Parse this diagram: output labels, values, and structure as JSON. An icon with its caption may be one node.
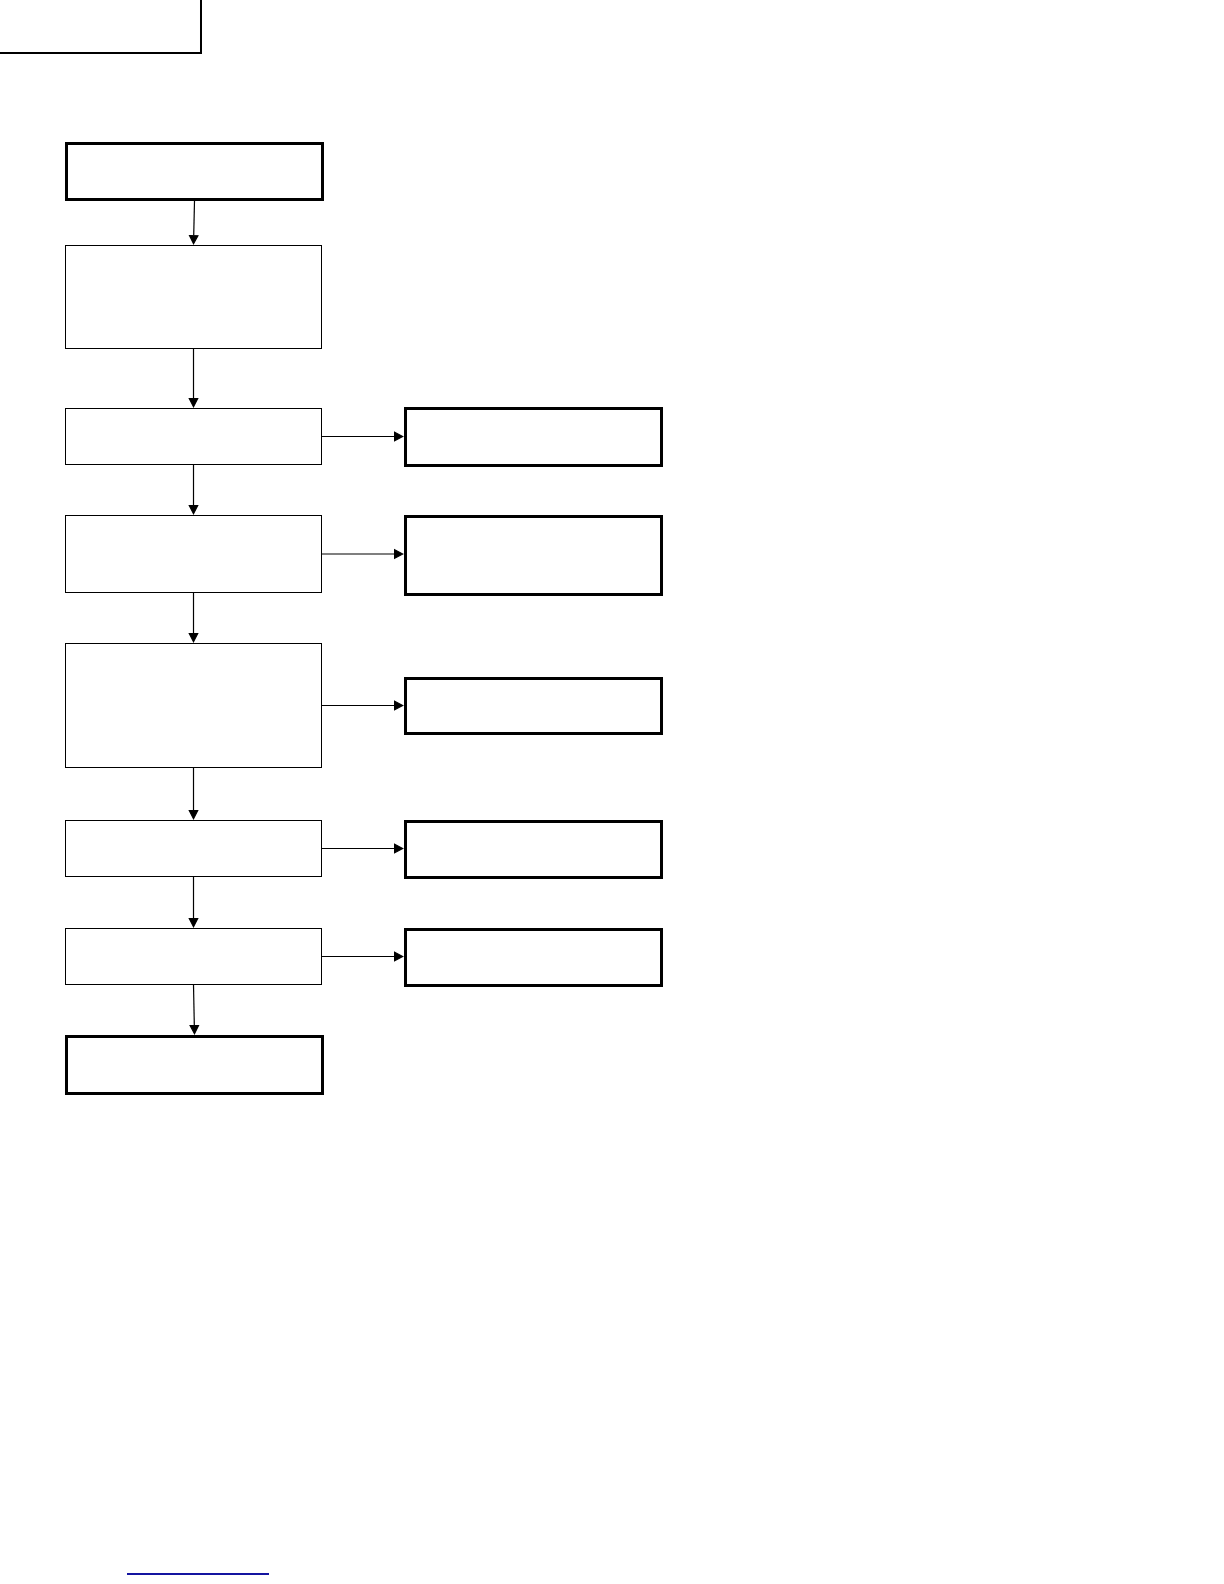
{
  "diagram": {
    "nodes": [
      {
        "text": [],
        "shape": "box"
      },
      {
        "text": [],
        "shape": "box"
      },
      {
        "text": [],
        "shape": "box"
      },
      {
        "text": [],
        "shape": "box"
      },
      {
        "text": [],
        "shape": "box"
      },
      {
        "text": [],
        "shape": "box"
      },
      {
        "text": [],
        "shape": "box"
      },
      {
        "text": [],
        "shape": "box"
      },
      {
        "text": [],
        "shape": "box"
      },
      {
        "text": [],
        "shape": "box"
      },
      {
        "text": [],
        "shape": "box"
      },
      {
        "text": [],
        "shape": "box"
      },
      {
        "text": [],
        "shape": "box"
      },
      {
        "text": [],
        "shape": "box"
      }
    ],
    "edges": [
      {
        "from": 1,
        "to": 2,
        "arrow": "to"
      },
      {
        "from": 2,
        "to": 3,
        "arrow": "to"
      },
      {
        "from": 3,
        "to": 4,
        "arrow": "to"
      },
      {
        "from": 3,
        "to": 5,
        "arrow": "to"
      },
      {
        "from": 5,
        "to": 6,
        "arrow": "to"
      },
      {
        "from": 5,
        "to": 7,
        "arrow": "to"
      },
      {
        "from": 7,
        "to": 8,
        "arrow": "to"
      },
      {
        "from": 7,
        "to": 9,
        "arrow": "to"
      },
      {
        "from": 9,
        "to": 10,
        "arrow": "to"
      },
      {
        "from": 9,
        "to": 11,
        "arrow": "to"
      },
      {
        "from": 11,
        "to": 12,
        "arrow": "to"
      },
      {
        "from": 11,
        "to": 13,
        "arrow": "to"
      }
    ]
  }
}
